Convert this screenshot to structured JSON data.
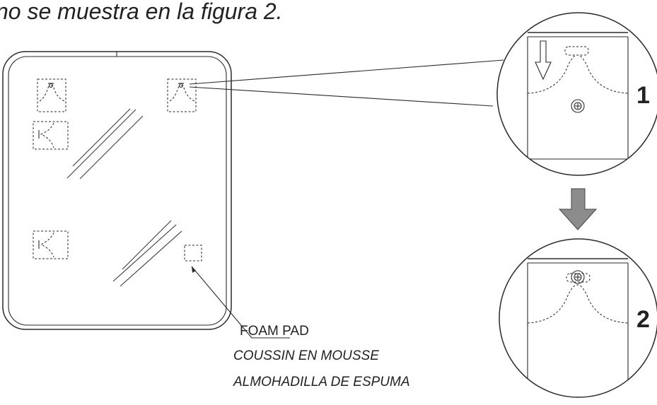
{
  "heading": "no se muestra en la figura 2.",
  "callout": {
    "line1": "FOAM PAD",
    "line2": "COUSSIN EN MOUSSE",
    "line3": "ALMOHADILLA DE ESPUMA"
  },
  "steps": [
    {
      "number": "1"
    },
    {
      "number": "2"
    }
  ],
  "colors": {
    "line": "#2a2a2a",
    "arrow_fill": "#8c8c8c",
    "background": "#ffffff"
  }
}
